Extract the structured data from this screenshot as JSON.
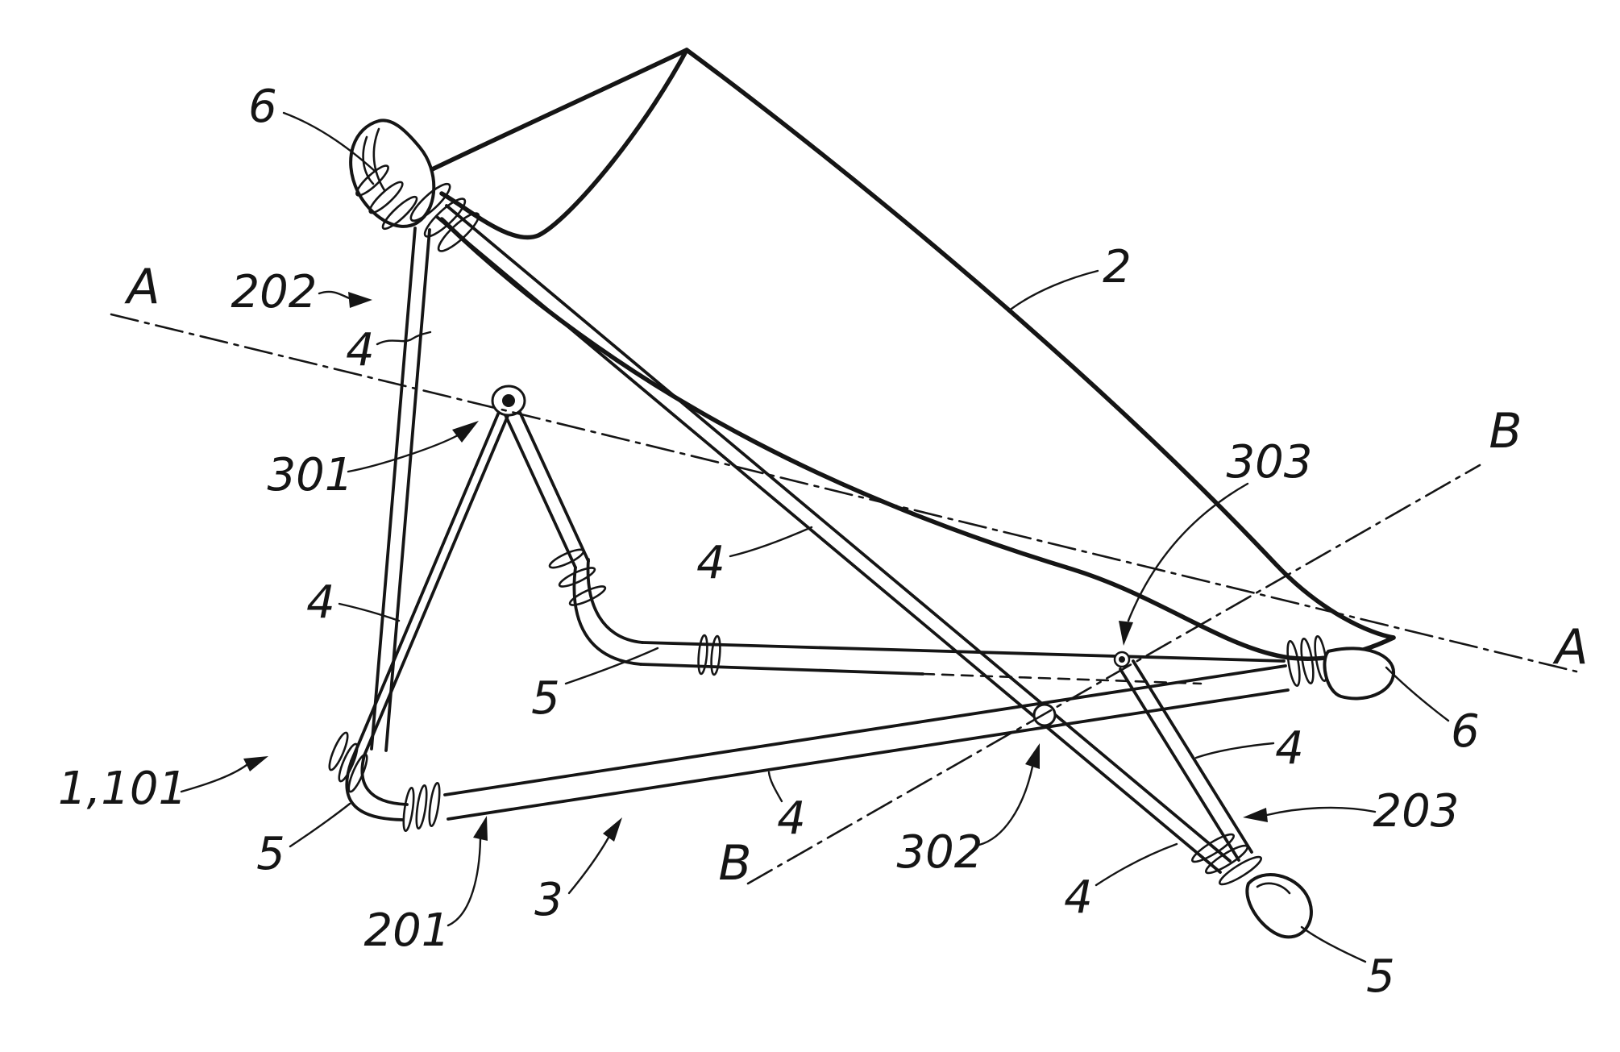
{
  "figure": {
    "background": "#ffffff",
    "ink": "#151515",
    "labels": {
      "assembly": "1,101",
      "fabric": "2",
      "crossbar": "3",
      "tube_a": "4",
      "tube_b": "4",
      "tube_c": "4",
      "tube_d": "4",
      "tube_e": "4",
      "tube_f": "4",
      "foot_left": "5",
      "foot_mid": "5",
      "foot_right": "5",
      "cap_top": "6",
      "cap_right": "6",
      "member_201": "201",
      "member_202": "202",
      "member_203": "203",
      "hinge_301": "301",
      "hinge_302": "302",
      "hinge_303": "303",
      "section_a_left": "A",
      "section_a_right": "A",
      "section_b_upper": "B",
      "section_b_lower": "B"
    }
  }
}
